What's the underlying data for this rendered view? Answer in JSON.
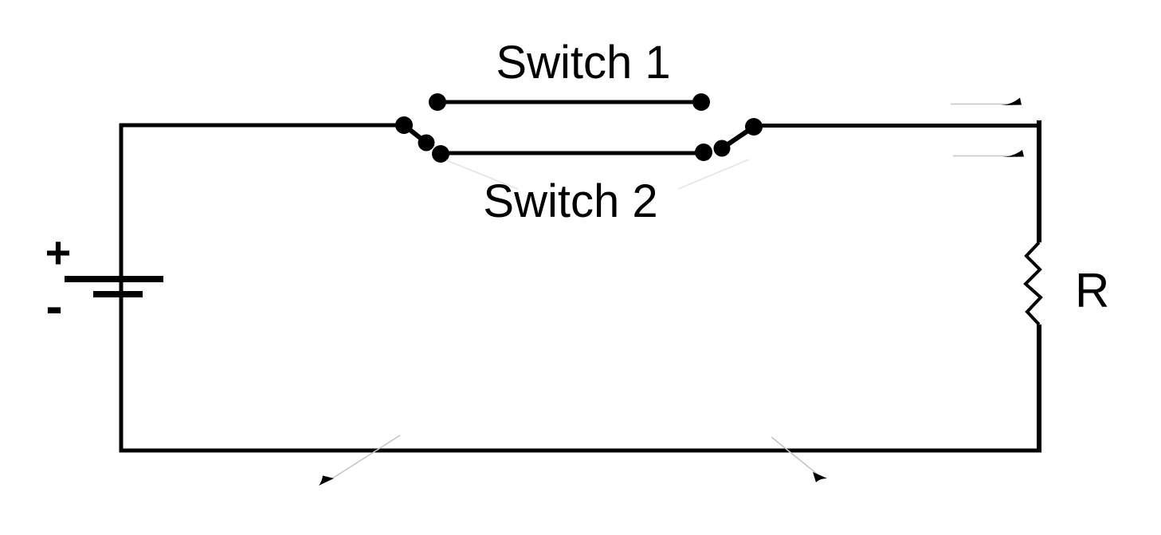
{
  "diagram": {
    "kind": "circuit-schematic",
    "background_color": "#ffffff",
    "ink_color": "#000000",
    "artifact_color": "#c6c6c6",
    "labels": {
      "switch1": "Switch 1",
      "switch2": "Switch 2",
      "resistor": "R",
      "battery_positive": "+",
      "battery_negative": "-"
    },
    "components": [
      {
        "name": "battery",
        "positive_terminal": "top",
        "labels": [
          "+",
          "-"
        ]
      },
      {
        "name": "switch-1",
        "label": "Switch 1",
        "state": "open"
      },
      {
        "name": "switch-2",
        "label": "Switch 2",
        "state": "open"
      },
      {
        "name": "resistor",
        "label": "R"
      }
    ]
  }
}
